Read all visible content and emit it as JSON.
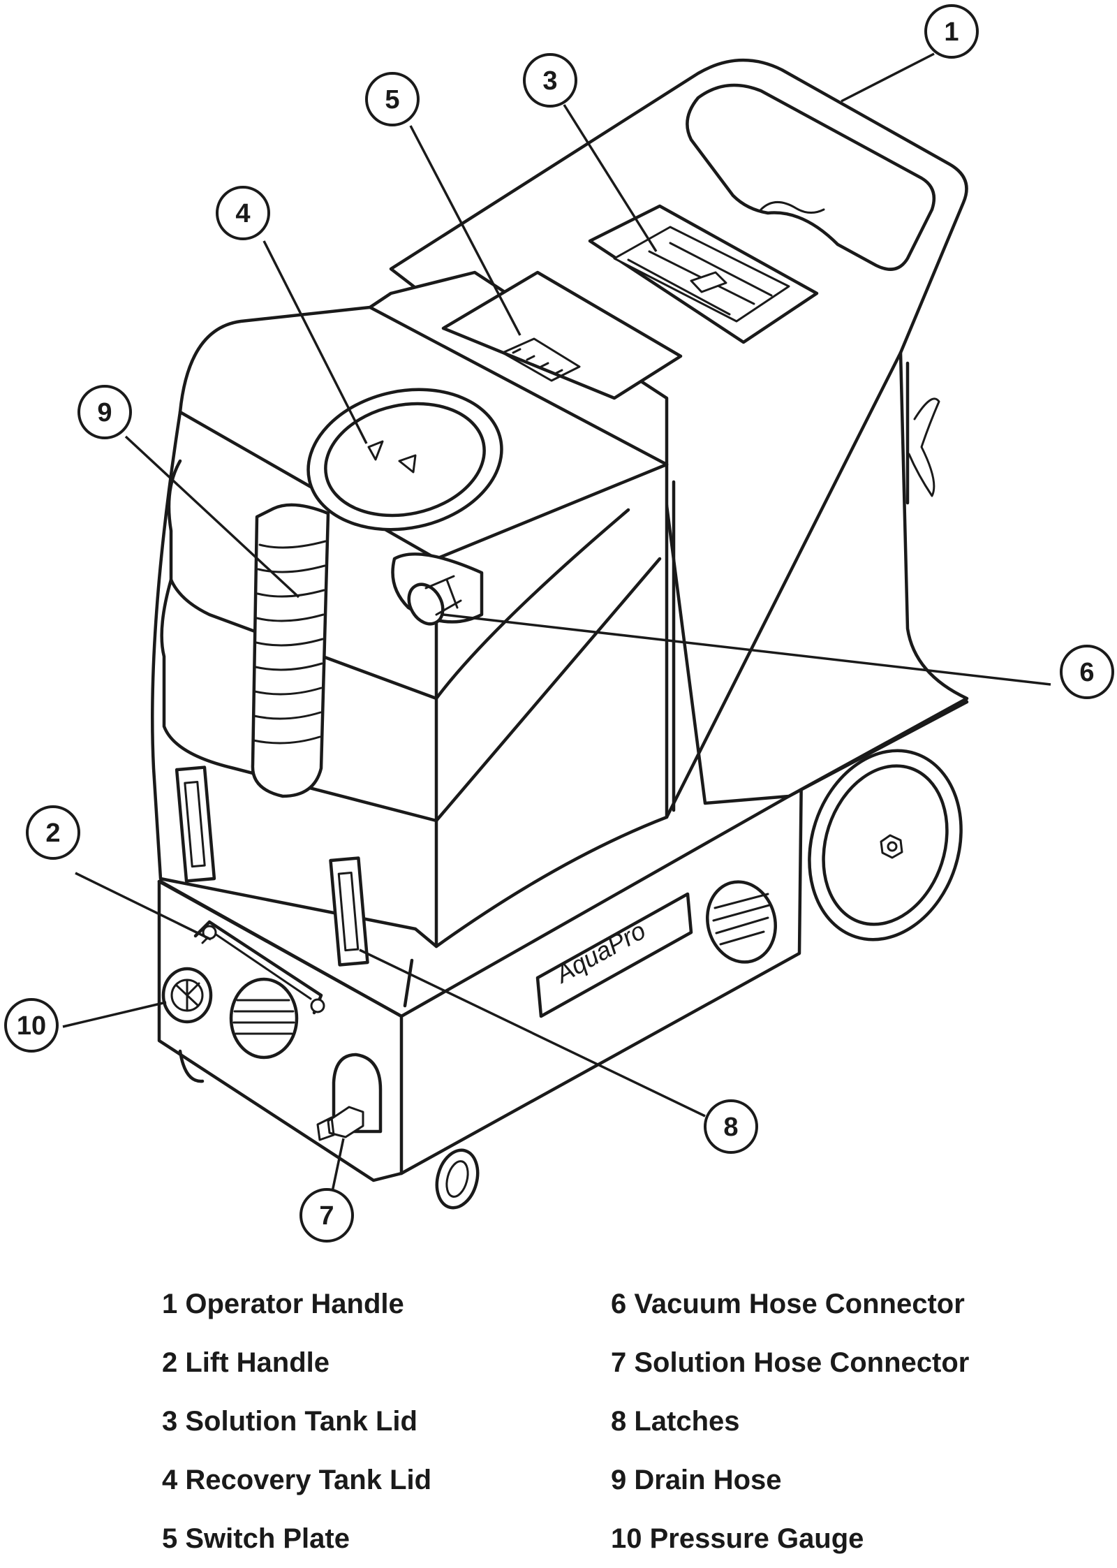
{
  "brand_label": "AquaPro",
  "callouts": [
    {
      "number": "1",
      "part": "Operator Handle"
    },
    {
      "number": "2",
      "part": "Lift Handle"
    },
    {
      "number": "3",
      "part": "Solution Tank Lid"
    },
    {
      "number": "4",
      "part": "Recovery Tank Lid"
    },
    {
      "number": "5",
      "part": "Switch Plate"
    },
    {
      "number": "6",
      "part": "Vacuum Hose Connector"
    },
    {
      "number": "7",
      "part": "Solution Hose Connector"
    },
    {
      "number": "8",
      "part": "Latches"
    },
    {
      "number": "9",
      "part": "Drain Hose"
    },
    {
      "number": "10",
      "part": "Pressure Gauge"
    }
  ],
  "legend": {
    "left": [
      "1 Operator Handle",
      "2 Lift Handle",
      "3 Solution Tank Lid",
      "4 Recovery Tank Lid",
      "5 Switch Plate"
    ],
    "right": [
      "6 Vacuum Hose Connector",
      "7 Solution Hose Connector",
      "8 Latches",
      "9 Drain Hose",
      "10 Pressure Gauge"
    ]
  }
}
